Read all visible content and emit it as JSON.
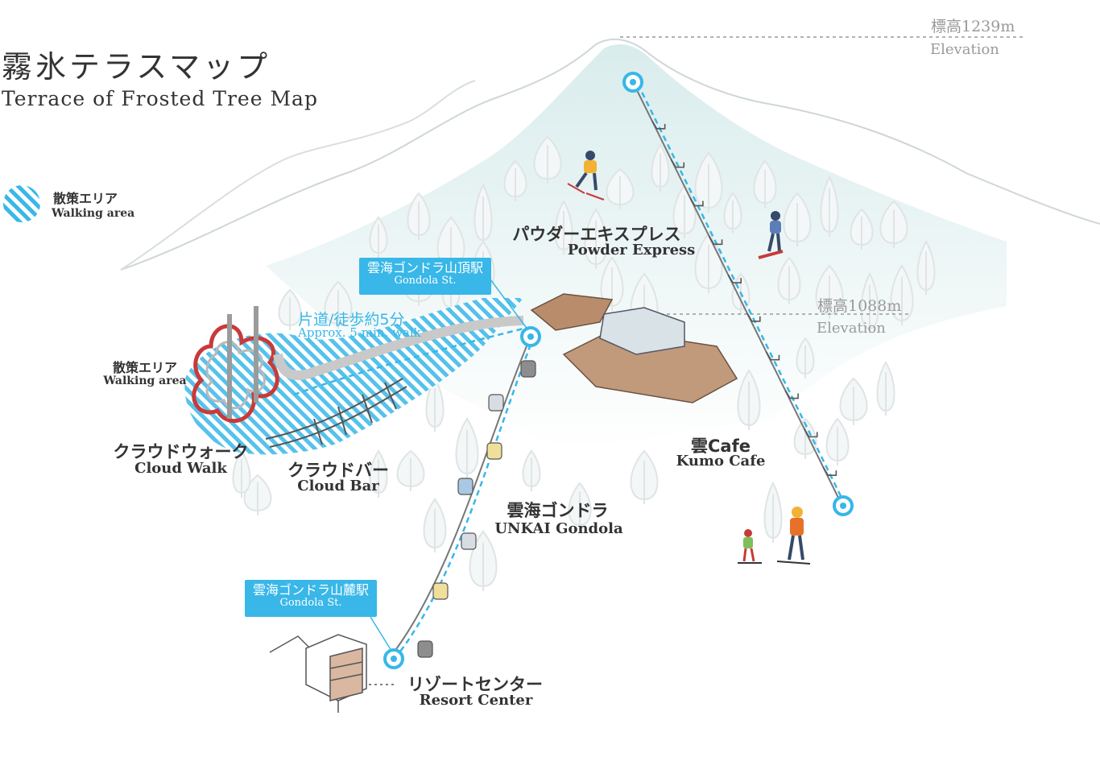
{
  "title": {
    "ja": "霧氷テラスマップ",
    "en": "Terrace of Frosted Tree Map"
  },
  "legend": {
    "ja": "散策エリア",
    "en": "Walking area"
  },
  "elevations": {
    "summit": {
      "value": "標高1239m",
      "word": "Elevation"
    },
    "terrace": {
      "value": "標高1088m",
      "word": "Elevation"
    }
  },
  "stations": {
    "top": {
      "ja": "雲海ゴンドラ山頂駅",
      "en": "Gondola St."
    },
    "base": {
      "ja": "雲海ゴンドラ山麓駅",
      "en": "Gondola St."
    }
  },
  "walk_note": {
    "ja": "片道/徒歩約5分",
    "en": "Approx. 5-min. walk"
  },
  "places": {
    "powder_express": {
      "ja": "パウダーエキスプレス",
      "en": "Powder Express"
    },
    "walking_area": {
      "ja": "散策エリア",
      "en": "Walking area"
    },
    "cloud_walk": {
      "ja": "クラウドウォーク",
      "en": "Cloud Walk"
    },
    "cloud_bar": {
      "ja": "クラウドバー",
      "en": "Cloud Bar"
    },
    "kumo_cafe": {
      "ja": "雲Cafe",
      "en": "Kumo Cafe"
    },
    "unkai_gondola": {
      "ja": "雲海ゴンドラ",
      "en": "UNKAI Gondola"
    },
    "resort_center": {
      "ja": "リゾートセンター",
      "en": "Resort Center"
    }
  },
  "colors": {
    "accent_blue": "#38b7e8",
    "text": "#333333",
    "muted": "#9a9a9a",
    "mountain_fill": "#e6f1f1",
    "building_roof": "#b98d6c"
  }
}
